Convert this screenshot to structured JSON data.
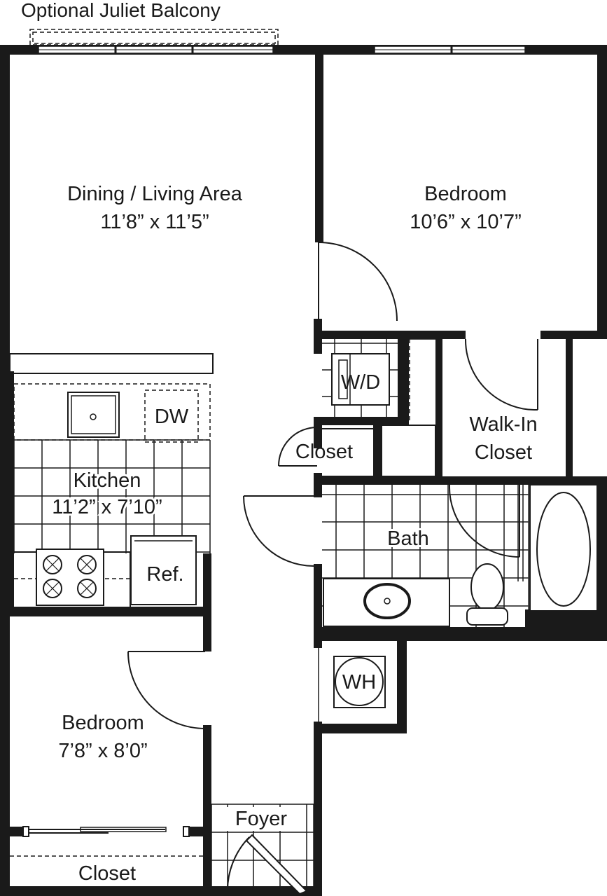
{
  "balcony_label": "Optional Juliet Balcony",
  "rooms": {
    "dining_living": {
      "name": "Dining / Living Area",
      "size": "11’8” x 11’5”"
    },
    "bedroom_main": {
      "name": "Bedroom",
      "size": "10’6” x 10’7”"
    },
    "kitchen": {
      "name": "Kitchen",
      "size": "11’2” x 7’10”"
    },
    "bedroom_small": {
      "name": "Bedroom",
      "size": "7’8” x 8’0”"
    },
    "walk_in_closet": {
      "line1": "Walk-In",
      "line2": "Closet"
    },
    "bath": "Bath",
    "closet_hall": "Closet",
    "closet_bedroom": "Closet",
    "foyer": "Foyer"
  },
  "appliances": {
    "washer_dryer": "W/D",
    "dishwasher": "DW",
    "refrigerator": "Ref.",
    "water_heater": "WH"
  },
  "icons": [
    "sink-icon",
    "stove-icon",
    "toilet-icon",
    "bathtub-icon",
    "door-swing-icon",
    "window-icon"
  ]
}
